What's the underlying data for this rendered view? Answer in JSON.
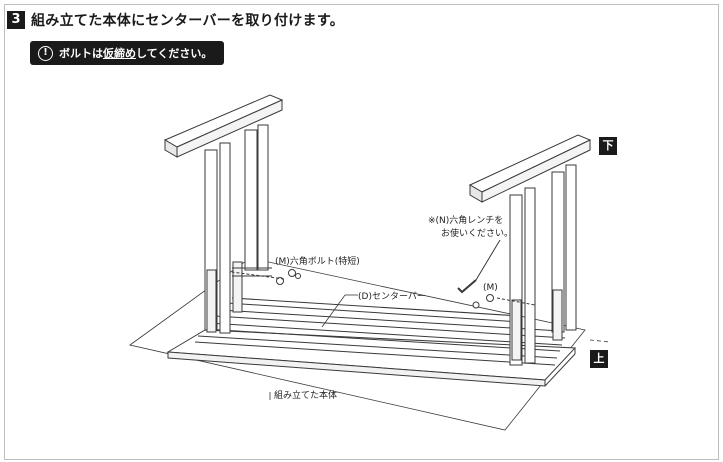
{
  "step": {
    "number": "3",
    "title": "組み立てた本体にセンターバーを取り付けます。"
  },
  "note": {
    "icon": "exclamation-circle-icon",
    "prefix": "ボルトは",
    "underlined": "仮締め",
    "suffix": "してください。"
  },
  "orientation": {
    "top_label": "下",
    "bottom_label": "上"
  },
  "labels": {
    "bolt_m_long": "(M)六角ボルト(特短)",
    "bolt_m_short": "(M)",
    "wrench_line1": "※(N)六角レンチを",
    "wrench_line2": "お使いください。",
    "center_bar": "(D)センターバー",
    "assembled_body": "組み立てた本体"
  },
  "colors": {
    "ink": "#1a1a1a",
    "frame": "#bdbdbd",
    "drawing": "#3a3a3a"
  }
}
